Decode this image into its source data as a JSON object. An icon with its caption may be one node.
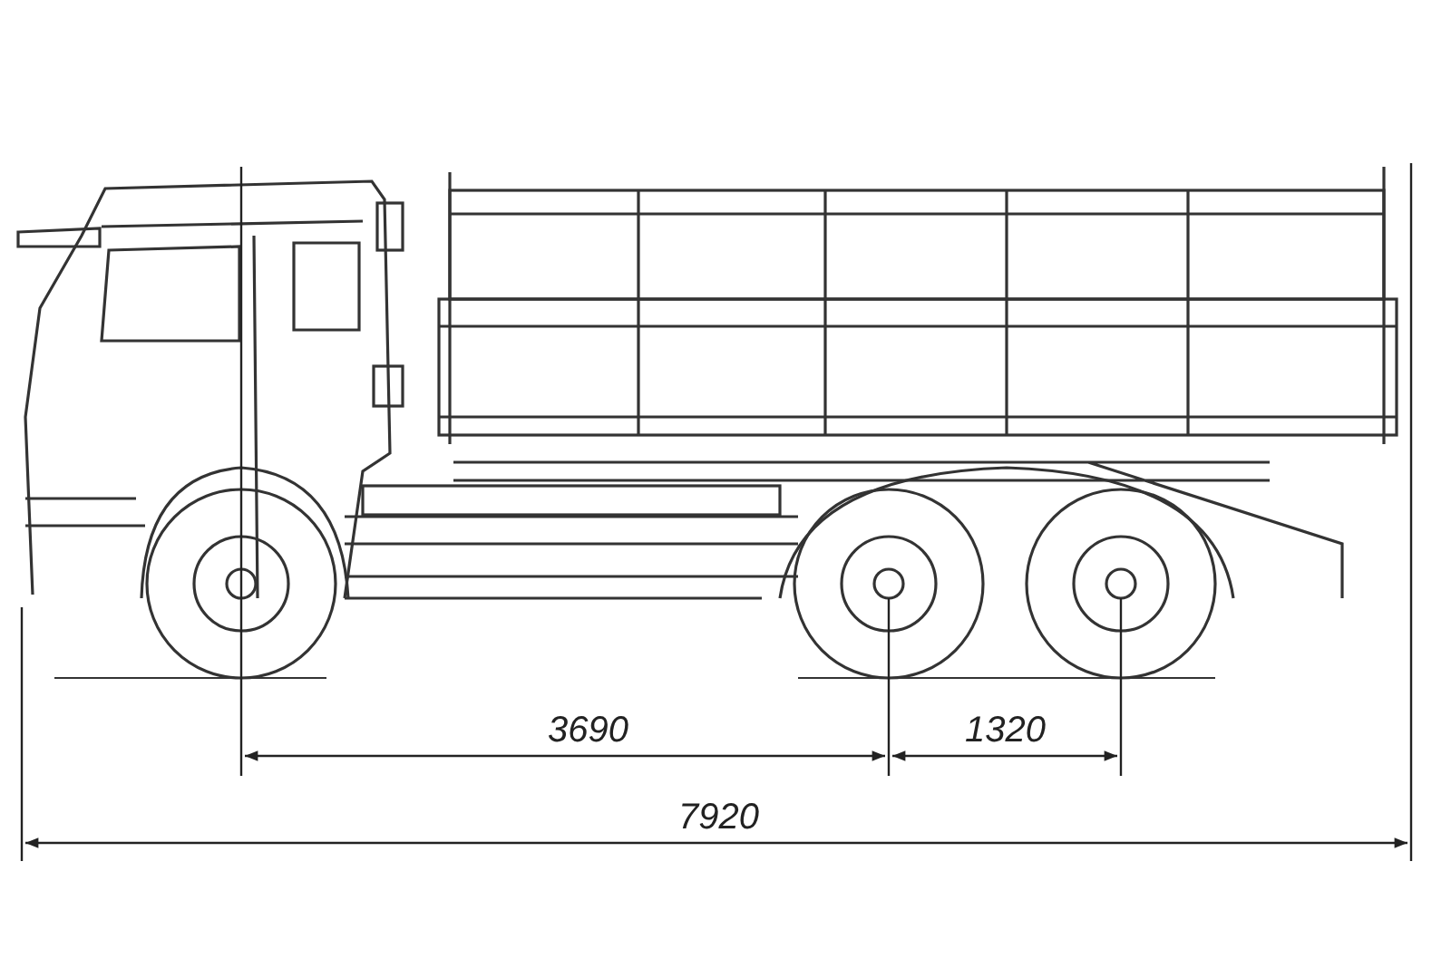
{
  "diagram": {
    "labels": [
      "3690",
      "1320",
      "7920"
    ]
  }
}
